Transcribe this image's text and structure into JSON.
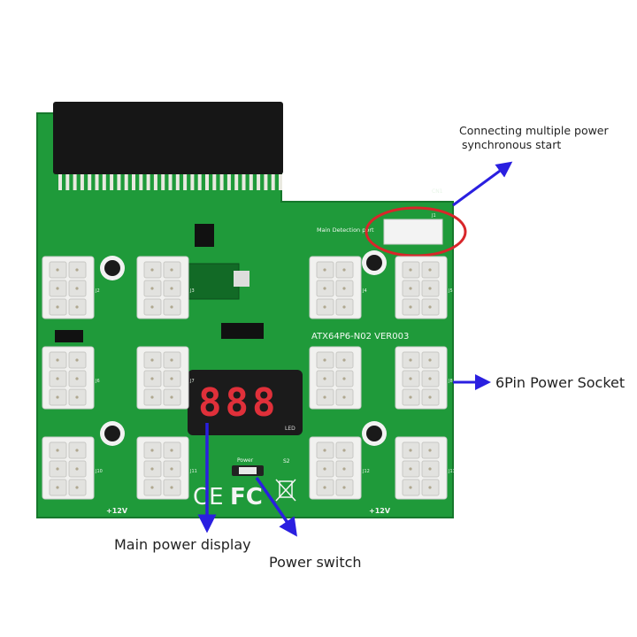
{
  "annotations": {
    "sync_start": [
      "Connecting multiple power",
      "synchronous start"
    ],
    "socket": "6Pin Power Socket",
    "display": "Main power display",
    "switch": "Power switch"
  },
  "board": {
    "detection_port": "Main Detection port",
    "model": "ATX64P6-N02 VER003",
    "connector_ref": "CN1",
    "port_ref": "J1",
    "display_digits": "888",
    "display_label": "LED",
    "power_button_label": "Power",
    "switch_ref": "S2",
    "voltage_left": "+12V",
    "voltage_right": "+12V",
    "socket_refs": [
      "J2",
      "J3",
      "J4",
      "J5",
      "J6",
      "J7",
      "",
      "J8",
      "J10",
      "J11",
      "J12",
      "J13"
    ],
    "marks": [
      "CE",
      "FC"
    ]
  },
  "colors": {
    "pcb": "#1f9a3a",
    "arrow": "#2a1fe0",
    "highlight": "#d8262a",
    "display_digit": "#e0303a"
  }
}
